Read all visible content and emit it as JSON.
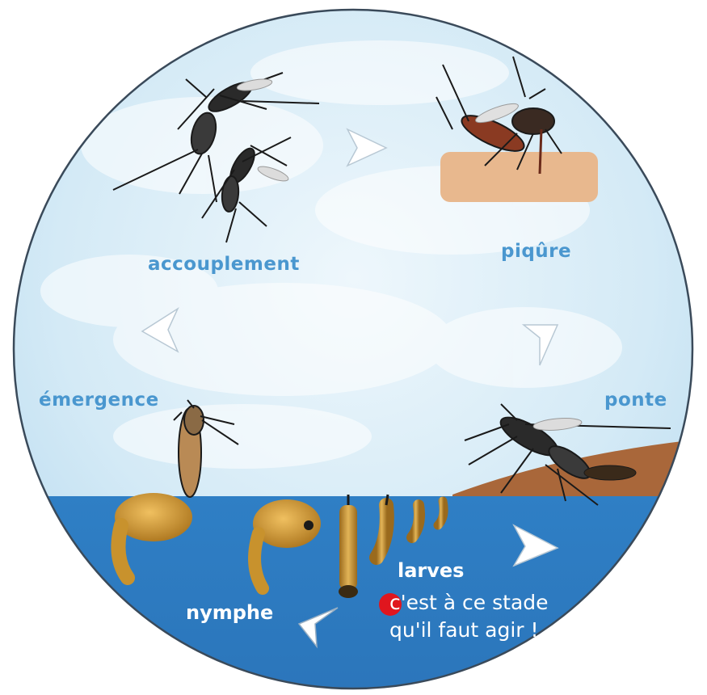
{
  "diagram": {
    "stages": {
      "accouplement": "accouplement",
      "piqure": "piqûre",
      "ponte": "ponte",
      "larves": "larves",
      "nymphe": "nymphe",
      "emergence": "émergence"
    },
    "note_line1": "c'est à ce stade",
    "note_line2": "qu'il faut agir !"
  },
  "colors": {
    "sky": "#cfe7f5",
    "water": "#2d7dc4",
    "label_sky": "#4a97cf",
    "label_water": "#ffffff",
    "skin": "#e8b88e",
    "ground": "#a9673a",
    "marker": "#e0161e"
  },
  "icons": {
    "arrows": "white-triangle-arrow-icon",
    "mosquito": "mosquito-icon",
    "larva": "larva-icon",
    "pupa": "pupa-icon",
    "marker": "red-dot-icon"
  }
}
